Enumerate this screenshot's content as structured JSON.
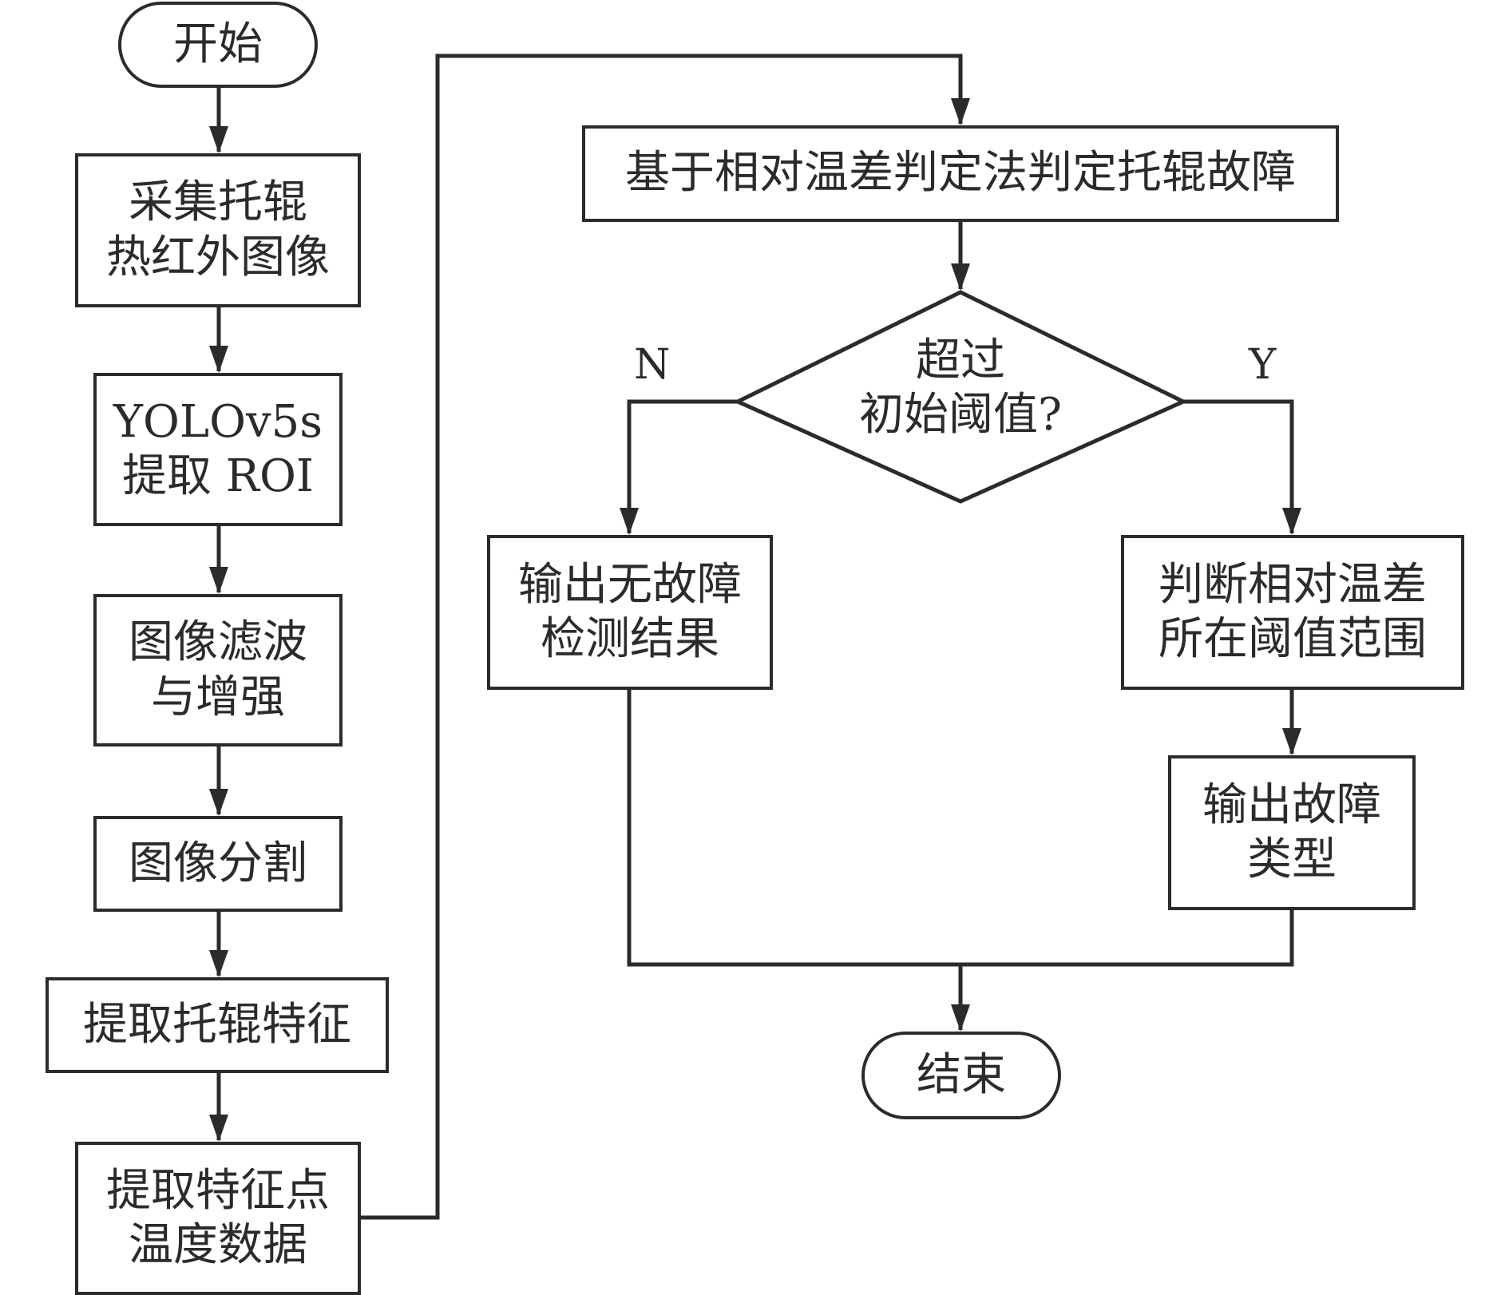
{
  "nodes": {
    "start": {
      "lines": [
        "开始"
      ]
    },
    "collect": {
      "lines": [
        "采集托辊",
        "热红外图像"
      ]
    },
    "yolo": {
      "lines": [
        "YOLOv5s",
        "提取 ROI"
      ]
    },
    "filter": {
      "lines": [
        "图像滤波",
        "与增强"
      ]
    },
    "segment": {
      "lines": [
        "图像分割"
      ]
    },
    "extract_feature": {
      "lines": [
        "提取托辊特征"
      ]
    },
    "extract_temp": {
      "lines": [
        "提取特征点",
        "温度数据"
      ]
    },
    "judge": {
      "lines": [
        "基于相对温差判定法判定托辊故障"
      ]
    },
    "decision": {
      "lines": [
        "超过",
        "初始阈值?"
      ]
    },
    "no_fault": {
      "lines": [
        "输出无故障",
        "检测结果"
      ]
    },
    "range": {
      "lines": [
        "判断相对温差",
        "所在阈值范围"
      ]
    },
    "fault_type": {
      "lines": [
        "输出故障",
        "类型"
      ]
    },
    "end": {
      "lines": [
        "结束"
      ]
    }
  },
  "branch_labels": {
    "no": "N",
    "yes": "Y"
  },
  "colors": {
    "stroke": "#2b2b2b",
    "background": "#ffffff"
  }
}
